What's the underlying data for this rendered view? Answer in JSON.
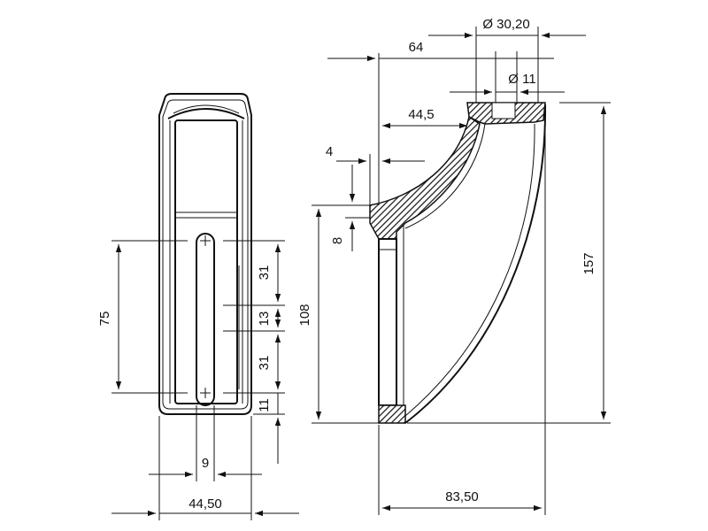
{
  "colors": {
    "line": "#111111",
    "background": "#ffffff"
  },
  "dimensions": {
    "front_total_height": "75",
    "front_seg_top": "31",
    "front_seg_middle": "13",
    "front_seg_lower": "31",
    "front_seg_bottom": "11",
    "front_slot_width": "9",
    "front_width": "44,50",
    "side_overall_depth": "64",
    "side_outer_diameter": "Ø 30,20",
    "side_inner_diameter": "Ø 11",
    "side_arm_offset": "44,5",
    "side_wall_thickness": "4",
    "side_plate_thickness": "8",
    "side_plate_height": "108",
    "side_total_height": "157",
    "side_base_width": "83,50"
  }
}
